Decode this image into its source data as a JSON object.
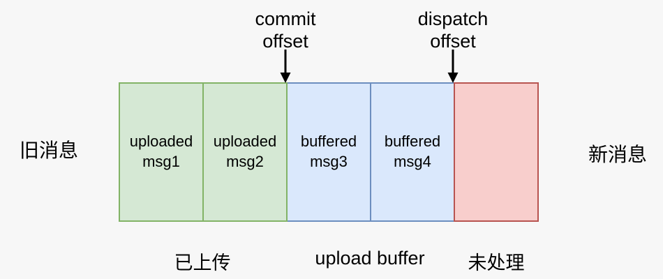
{
  "pointers": {
    "commit": {
      "label": "commit\noffset"
    },
    "dispatch": {
      "label": "dispatch\noffset"
    }
  },
  "segments": [
    {
      "label": "uploaded\nmsg1",
      "group": "uploaded"
    },
    {
      "label": "uploaded\nmsg2",
      "group": "uploaded"
    },
    {
      "label": "buffered\nmsg3",
      "group": "buffered"
    },
    {
      "label": "buffered\nmsg4",
      "group": "buffered"
    },
    {
      "label": "",
      "group": "unprocessed"
    }
  ],
  "region_labels": {
    "uploaded": "已上传",
    "buffer": "upload buffer",
    "pending": "未处理"
  },
  "side_labels": {
    "left": "旧消息",
    "right": "新消息"
  },
  "colors": {
    "background": "#f7f7f7",
    "uploaded_fill": "#d5e8d4",
    "uploaded_border": "#82b366",
    "buffered_fill": "#dae8fc",
    "buffered_border": "#6c8ebf",
    "unprocessed_fill": "#f8cecc",
    "unprocessed_border": "#b85450",
    "text": "#000000",
    "arrow": "#000000"
  }
}
